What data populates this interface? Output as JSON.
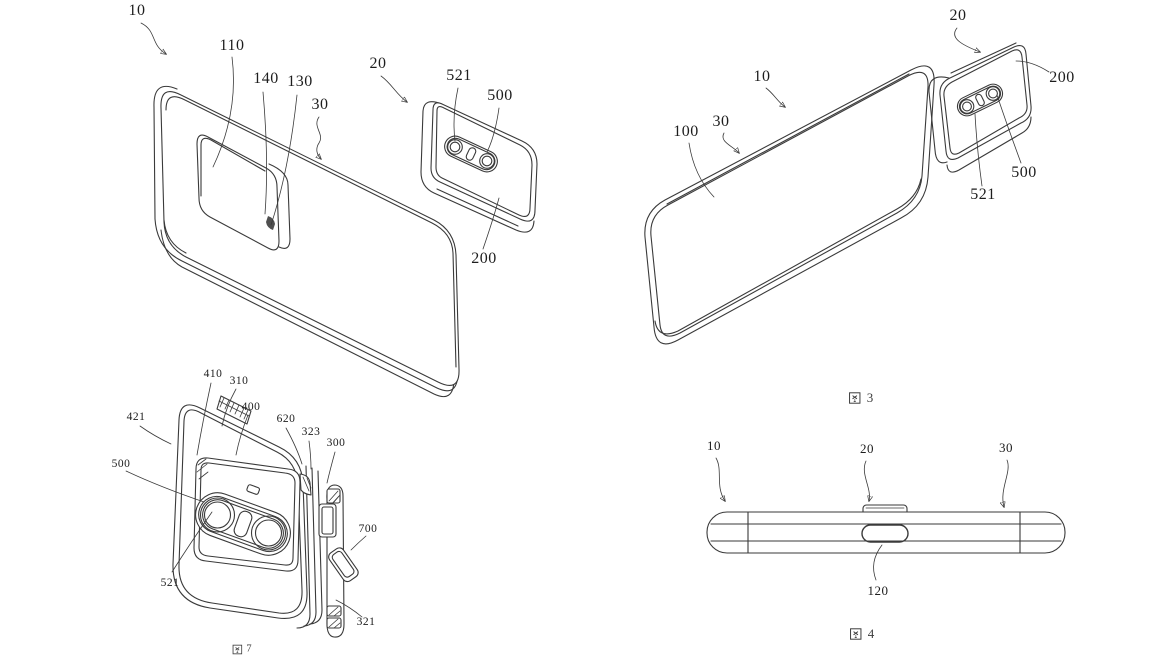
{
  "page": {
    "background": "#ffffff",
    "line_color": "#3a3a3a",
    "label_color": "#1d1d1d",
    "caption_color": "#3d3d3d"
  },
  "figures": [
    {
      "id": "phone-rear-with-detached-camera-module",
      "caption": "",
      "labels": [
        "10",
        "110",
        "140",
        "130",
        "30",
        "20",
        "521",
        "500",
        "200"
      ]
    },
    {
      "id": "phone-front-with-attached-camera-module",
      "caption": "图 3",
      "caption_number": "3",
      "labels": [
        "20",
        "200",
        "10",
        "30",
        "100",
        "500",
        "521"
      ]
    },
    {
      "id": "camera-module-exploded-detail",
      "caption": "图 7",
      "caption_number": "7",
      "labels": [
        "421",
        "410",
        "310",
        "400",
        "620",
        "323",
        "300",
        "500",
        "521",
        "700",
        "321"
      ]
    },
    {
      "id": "phone-side-profile",
      "caption": "图 4",
      "caption_number": "4",
      "labels": [
        "10",
        "20",
        "30",
        "120"
      ]
    }
  ]
}
